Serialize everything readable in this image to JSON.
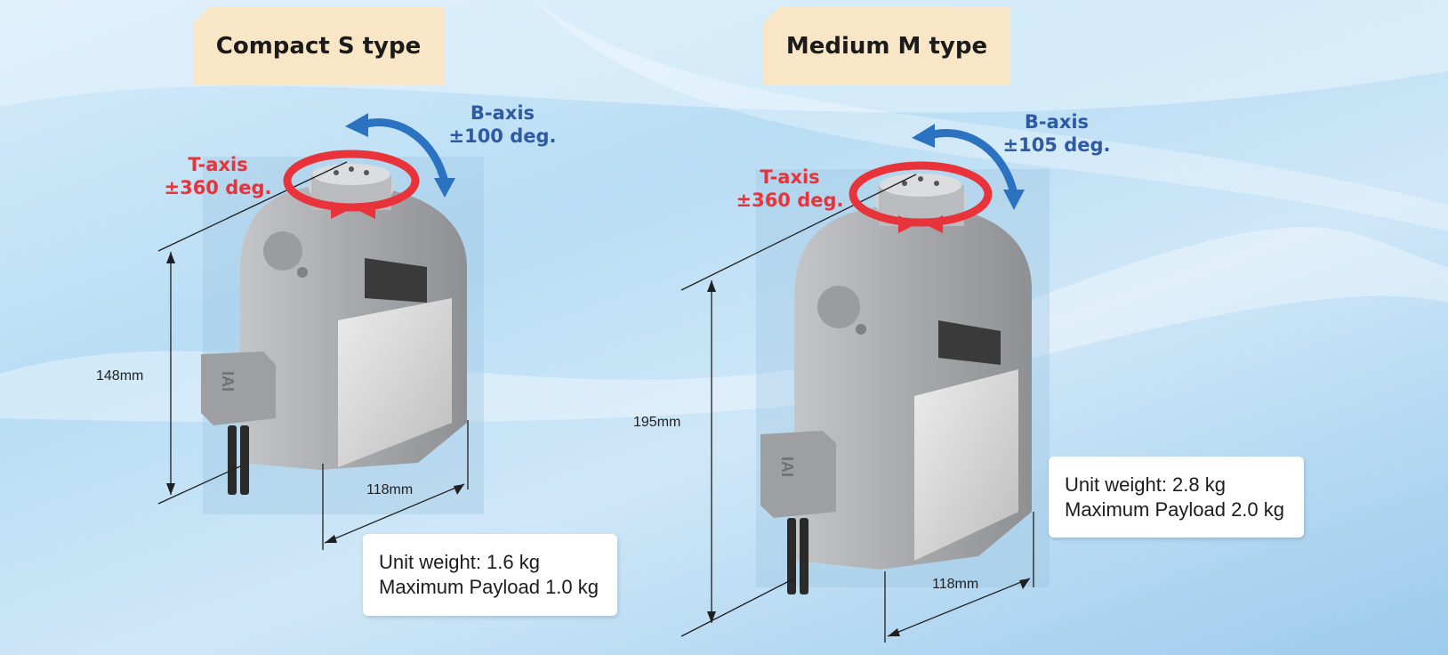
{
  "s_type": {
    "title": "Compact S type",
    "t_axis": {
      "name": "T-axis",
      "range": "±360 deg."
    },
    "b_axis": {
      "name": "B-axis",
      "range": "±100 deg."
    },
    "height": "148mm",
    "width": "118mm",
    "unit_weight": "Unit weight: 1.6 kg",
    "max_payload": "Maximum Payload 1.0 kg"
  },
  "m_type": {
    "title": "Medium M type",
    "t_axis": {
      "name": "T-axis",
      "range": "±360 deg."
    },
    "b_axis": {
      "name": "B-axis",
      "range": "±105 deg."
    },
    "height": "195mm",
    "width": "118mm",
    "unit_weight": "Unit weight: 2.8 kg",
    "max_payload": "Maximum Payload 2.0 kg"
  },
  "colors": {
    "t_axis": "#e8333a",
    "b_axis": "#2d5aa3",
    "title_tab": "#f8e6c6",
    "body": "#a3a5a8"
  },
  "product_logo": "IAI"
}
